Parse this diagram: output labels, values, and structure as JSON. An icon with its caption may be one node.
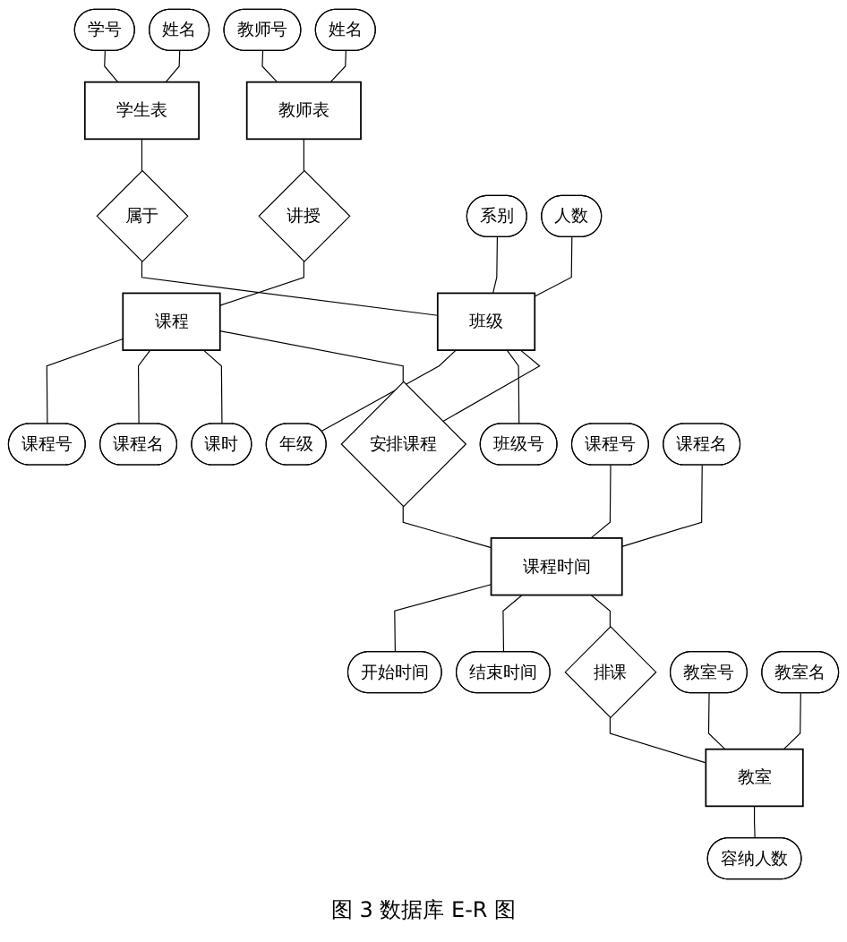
{
  "diagram": {
    "caption": "图 3 数据库 E-R 图",
    "nodes": [
      {
        "text": [
          "学号"
        ]
      },
      {
        "text": [
          "姓名"
        ]
      },
      {
        "text": [
          "教师号"
        ]
      },
      {
        "text": [
          "姓名"
        ]
      },
      {
        "text": [
          "学生表"
        ]
      },
      {
        "text": [
          "教师表"
        ]
      },
      {
        "text": [
          "属于"
        ]
      },
      {
        "text": [
          "讲授"
        ]
      },
      {
        "text": [
          "系别"
        ]
      },
      {
        "text": [
          "年级"
        ]
      },
      {
        "text": [
          "班级"
        ]
      },
      {
        "text": [
          "课程"
        ]
      },
      {
        "text": [
          "课程号"
        ]
      },
      {
        "text": [
          "课程名"
        ]
      },
      {
        "text": [
          "人数"
        ]
      },
      {
        "text": [
          "班级号"
        ]
      },
      {
        "text": [
          "课时"
        ]
      },
      {
        "text": [
          "安排课程"
        ]
      },
      {
        "text": [
          "课程号"
        ]
      },
      {
        "text": [
          "开始时间"
        ]
      },
      {
        "text": [
          "课程时间"
        ]
      },
      {
        "text": [
          "课程名"
        ]
      },
      {
        "text": [
          "结束时间"
        ]
      },
      {
        "text": [
          "排课"
        ]
      },
      {
        "text": [
          "教室号"
        ]
      },
      {
        "text": [
          "教室"
        ]
      },
      {
        "text": [
          "容纳人数"
        ]
      },
      {
        "text": [
          "教室名"
        ]
      }
    ],
    "edges": [
      {
        "from": 0,
        "to": 4,
        "arrow": "none"
      },
      {
        "from": 1,
        "to": 4,
        "arrow": "none"
      },
      {
        "from": 2,
        "to": 5,
        "arrow": "none"
      },
      {
        "from": 3,
        "to": 5,
        "arrow": "none"
      },
      {
        "from": 4,
        "to": 6,
        "arrow": "none"
      },
      {
        "from": 6,
        "to": 10,
        "arrow": "none"
      },
      {
        "from": 5,
        "to": 7,
        "arrow": "none"
      },
      {
        "from": 7,
        "to": 11,
        "arrow": "none"
      },
      {
        "from": 8,
        "to": 10,
        "arrow": "none"
      },
      {
        "from": 14,
        "to": 10,
        "arrow": "none"
      },
      {
        "from": 10,
        "to": 9,
        "arrow": "none"
      },
      {
        "from": 10,
        "to": 15,
        "arrow": "none"
      },
      {
        "from": 11,
        "to": 12,
        "arrow": "none"
      },
      {
        "from": 11,
        "to": 13,
        "arrow": "none"
      },
      {
        "from": 11,
        "to": 16,
        "arrow": "none"
      },
      {
        "from": 10,
        "to": 17,
        "arrow": "none"
      },
      {
        "from": 11,
        "to": 17,
        "arrow": "none"
      },
      {
        "from": 17,
        "to": 20,
        "arrow": "none"
      },
      {
        "from": 18,
        "to": 20,
        "arrow": "none"
      },
      {
        "from": 21,
        "to": 20,
        "arrow": "none"
      },
      {
        "from": 20,
        "to": 19,
        "arrow": "none"
      },
      {
        "from": 20,
        "to": 22,
        "arrow": "none"
      },
      {
        "from": 20,
        "to": 23,
        "arrow": "none"
      },
      {
        "from": 23,
        "to": 25,
        "arrow": "none"
      },
      {
        "from": 24,
        "to": 25,
        "arrow": "none"
      },
      {
        "from": 27,
        "to": 25,
        "arrow": "none"
      },
      {
        "from": 25,
        "to": 26,
        "arrow": "none"
      }
    ]
  }
}
